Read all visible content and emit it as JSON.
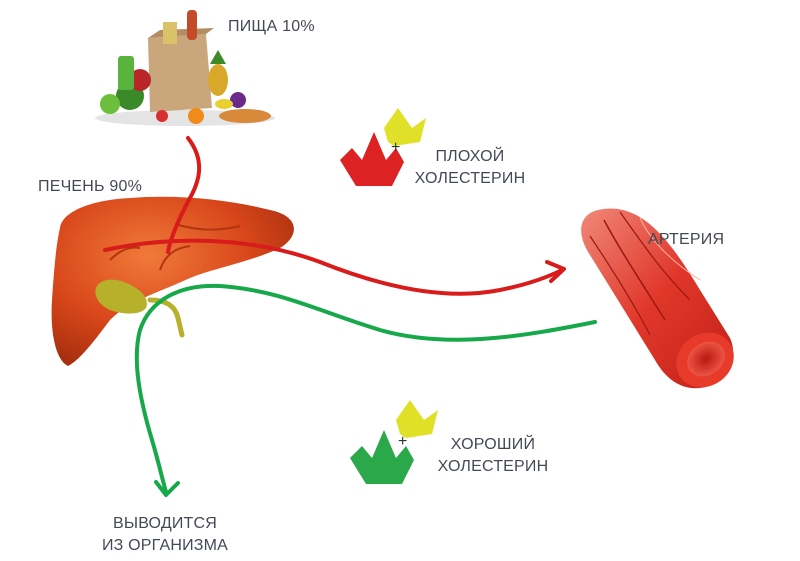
{
  "labels": {
    "food": "ПИЩА 10%",
    "liver": "ПЕЧЕНЬ 90%",
    "bad_line1": "ПЛОХОЙ",
    "bad_line2": "ХОЛЕСТЕРИН",
    "artery": "АРТЕРИЯ",
    "good_line1": "ХОРОШИЙ",
    "good_line2": "ХОЛЕСТЕРИН",
    "excreted_line1": "ВЫВОДИТСЯ",
    "excreted_line2": "ИЗ ОРГАНИЗМА"
  },
  "colors": {
    "bad_arrow": "#d81b1b",
    "good_arrow": "#17a84a",
    "liver": "#d8461a",
    "gallbladder": "#b6b02a",
    "artery": "#e0271f",
    "leaf_yellow": "#e0e028",
    "text": "#444a55"
  },
  "icons": [
    "grocery-bag-icon",
    "liver-icon",
    "artery-icon",
    "red-molecule-icon",
    "green-molecule-icon",
    "yellow-molecule-icon",
    "plus-icon"
  ]
}
